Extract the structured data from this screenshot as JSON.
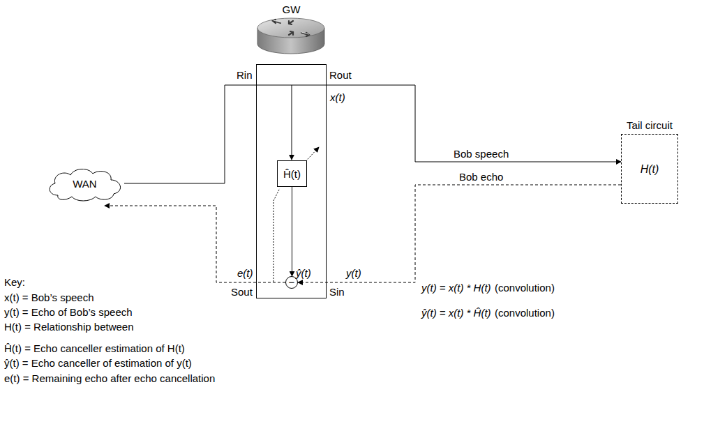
{
  "diagram": {
    "nodes": [
      {
        "text": [
          "WAN"
        ]
      },
      {
        "text": [
          "GW"
        ]
      },
      {
        "text": [
          "Ĥ(t)"
        ],
        "in": 1
      },
      {
        "text": [
          "−"
        ],
        "in": 1
      },
      {
        "text": [
          "Tail circuit",
          "H(t)"
        ]
      }
    ],
    "edges": [
      {
        "from": 0,
        "to": 4,
        "arrow": "to",
        "label": "Bob speech"
      },
      {
        "from": 4,
        "to": 3,
        "arrow": "to",
        "label": "Bob echo"
      },
      {
        "from": 3,
        "to": 0,
        "arrow": "to"
      },
      {
        "from": 2,
        "to": 3,
        "arrow": "to"
      }
    ],
    "labels": [
      "Rin",
      "Rout",
      "x(t)",
      "e(t)",
      "ŷ(t)",
      "y(t)",
      "Sout",
      "Sin",
      "y(t) = x(t) * H(t)",
      "(convolution)",
      "ŷ(t) = x(t) * Ĥ(t)",
      "(convolution)",
      "Key:",
      "x(t) = Bob’s speech",
      "y(t) = Echo of Bob’s speech",
      "H(t) = Relationship between",
      "Ĥ(t) = Echo canceller estimation of H(t)",
      "ŷ(t) = Echo canceller of estimation of y(t)",
      "e(t) = Remaining echo after echo cancellation"
    ]
  }
}
